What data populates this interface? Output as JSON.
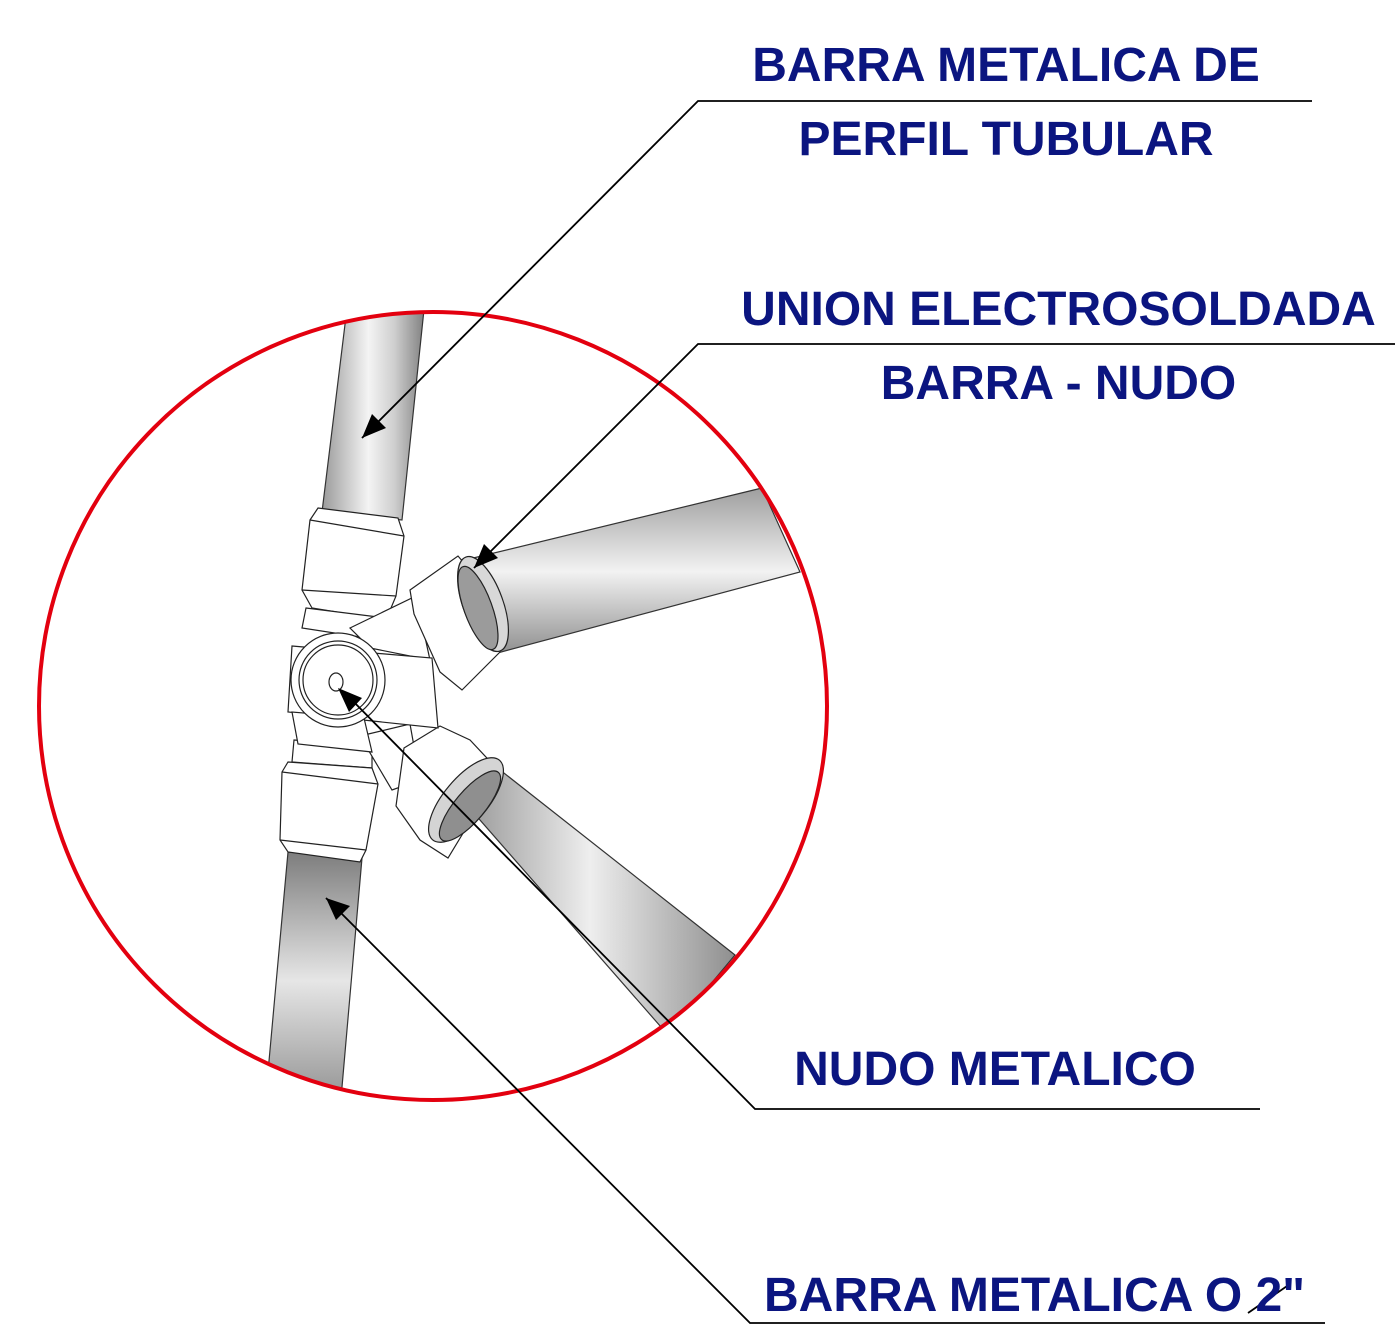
{
  "callouts": {
    "tubular_bar": {
      "line1": "BARRA METALICA DE",
      "line2": "PERFIL TUBULAR"
    },
    "welded_joint": {
      "line1": "UNION ELECTROSOLDADA",
      "line2": "BARRA - NUDO"
    },
    "metal_node": {
      "line1": "NUDO METALICO"
    },
    "metal_bar_2in": {
      "line1": "BARRA METALICA O 2\""
    }
  },
  "colors": {
    "label_text": "#0b1580",
    "detail_circle": "#e3000f",
    "leader_line": "#000000",
    "steel_light": "#f2f2f2",
    "steel_dark": "#8c8c8c"
  }
}
